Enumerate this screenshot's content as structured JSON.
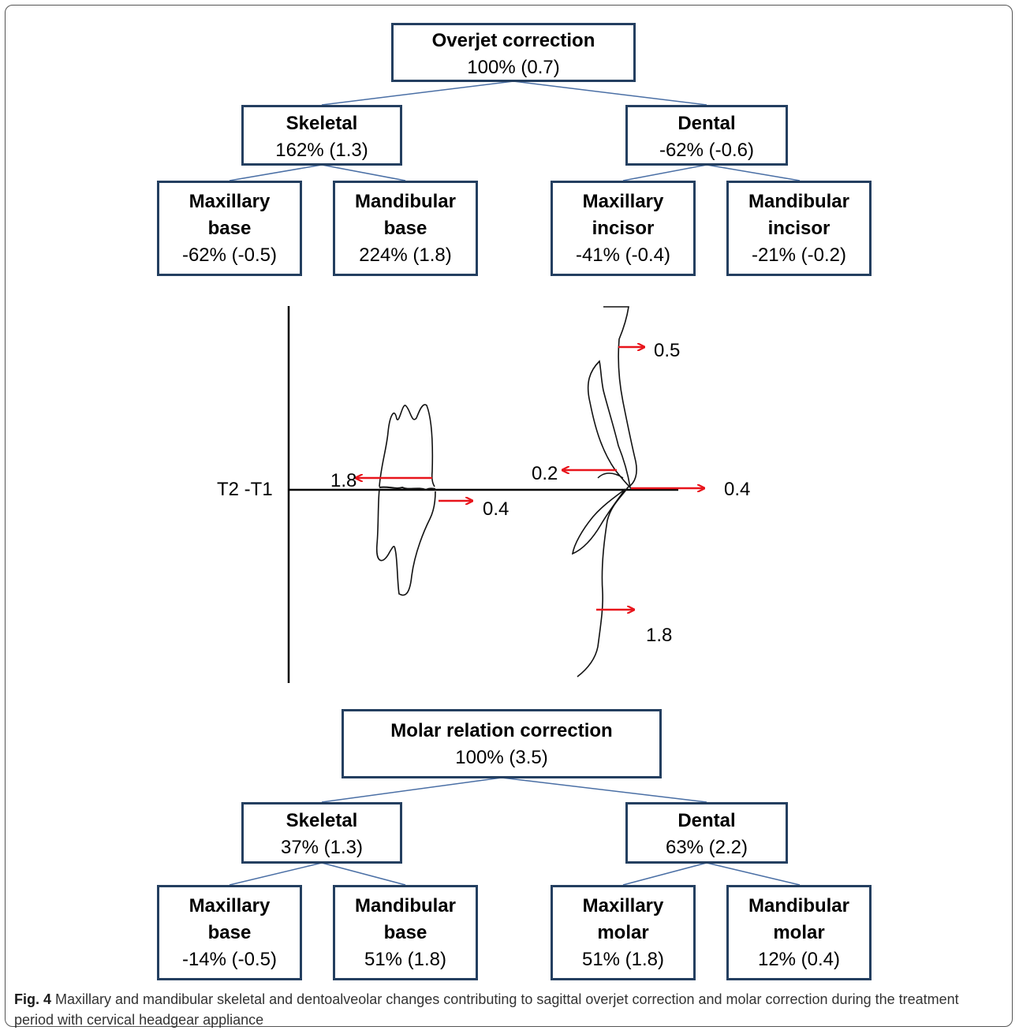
{
  "overjet": {
    "root": {
      "title": "Overjet correction",
      "value": "100% (0.7)"
    },
    "skeletal": {
      "title": "Skeletal",
      "value": "162% (1.3)"
    },
    "dental": {
      "title": "Dental",
      "value": "-62% (-0.6)"
    },
    "max_base": {
      "title1": "Maxillary",
      "title2": "base",
      "value": "-62% (-0.5)"
    },
    "mand_base": {
      "title1": "Mandibular",
      "title2": "base",
      "value": "224% (1.8)"
    },
    "max_incisor": {
      "title1": "Maxillary",
      "title2": "incisor",
      "value": "-41% (-0.4)"
    },
    "mand_incisor": {
      "title1": "Mandibular",
      "title2": "incisor",
      "value": "-21% (-0.2)"
    }
  },
  "molar": {
    "root": {
      "title": "Molar relation correction",
      "value": "100% (3.5)"
    },
    "skeletal": {
      "title": "Skeletal",
      "value": "37% (1.3)"
    },
    "dental": {
      "title": "Dental",
      "value": "63% (2.2)"
    },
    "max_base": {
      "title1": "Maxillary",
      "title2": "base",
      "value": "-14% (-0.5)"
    },
    "mand_base": {
      "title1": "Mandibular",
      "title2": "base",
      "value": "51% (1.8)"
    },
    "max_molar": {
      "title1": "Maxillary",
      "title2": "molar",
      "value": "51% (1.8)"
    },
    "mand_molar": {
      "title1": "Mandibular",
      "title2": "molar",
      "value": "12% (0.4)"
    }
  },
  "drawing": {
    "reference_label": "T2 -T1",
    "arrows": {
      "upper_lip": "0.5",
      "upper_molar": "1.8",
      "lower_molar": "0.4",
      "upper_incisor": "0.2",
      "lower_incisor": "0.4",
      "chin": "1.8"
    },
    "arrow_color": "#e8141b",
    "box_border_color": "#243f60"
  },
  "caption": {
    "label": "Fig. 4",
    "text": " Maxillary and mandibular skeletal and dentoalveolar changes contributing to sagittal overjet correction and molar correction during the treatment period with cervical headgear appliance"
  }
}
